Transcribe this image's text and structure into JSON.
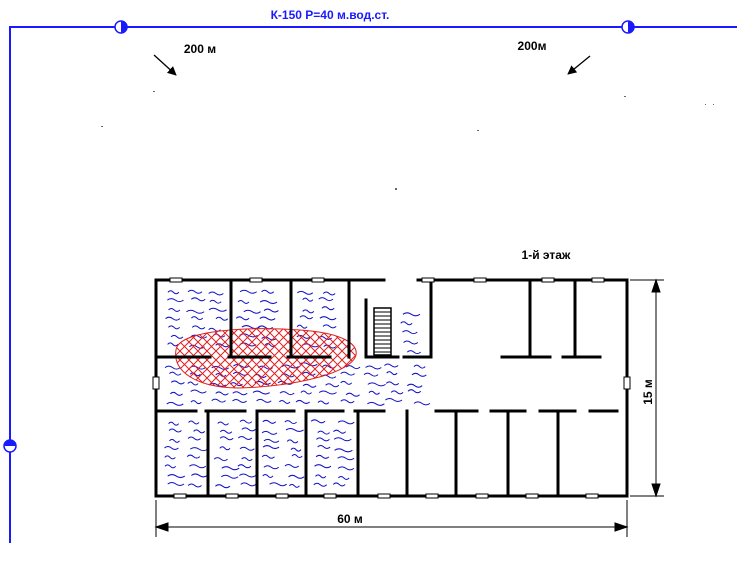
{
  "colors": {
    "pipe": "#1a1aff",
    "wall": "#000000",
    "water": "#1010c8",
    "fire": "#e02020"
  },
  "icons": [
    "hydrant-icon",
    "hydrant-icon",
    "hydrant-icon",
    "arrow-icon",
    "arrow-icon",
    "stairs-icon"
  ],
  "labels": {
    "main_pipe": "К-150 Р=40 м.вод.ст.",
    "dist_left": "200 м",
    "dist_right": "200м",
    "floor": "1-й этаж",
    "width": "60 м",
    "depth": "15 м"
  }
}
